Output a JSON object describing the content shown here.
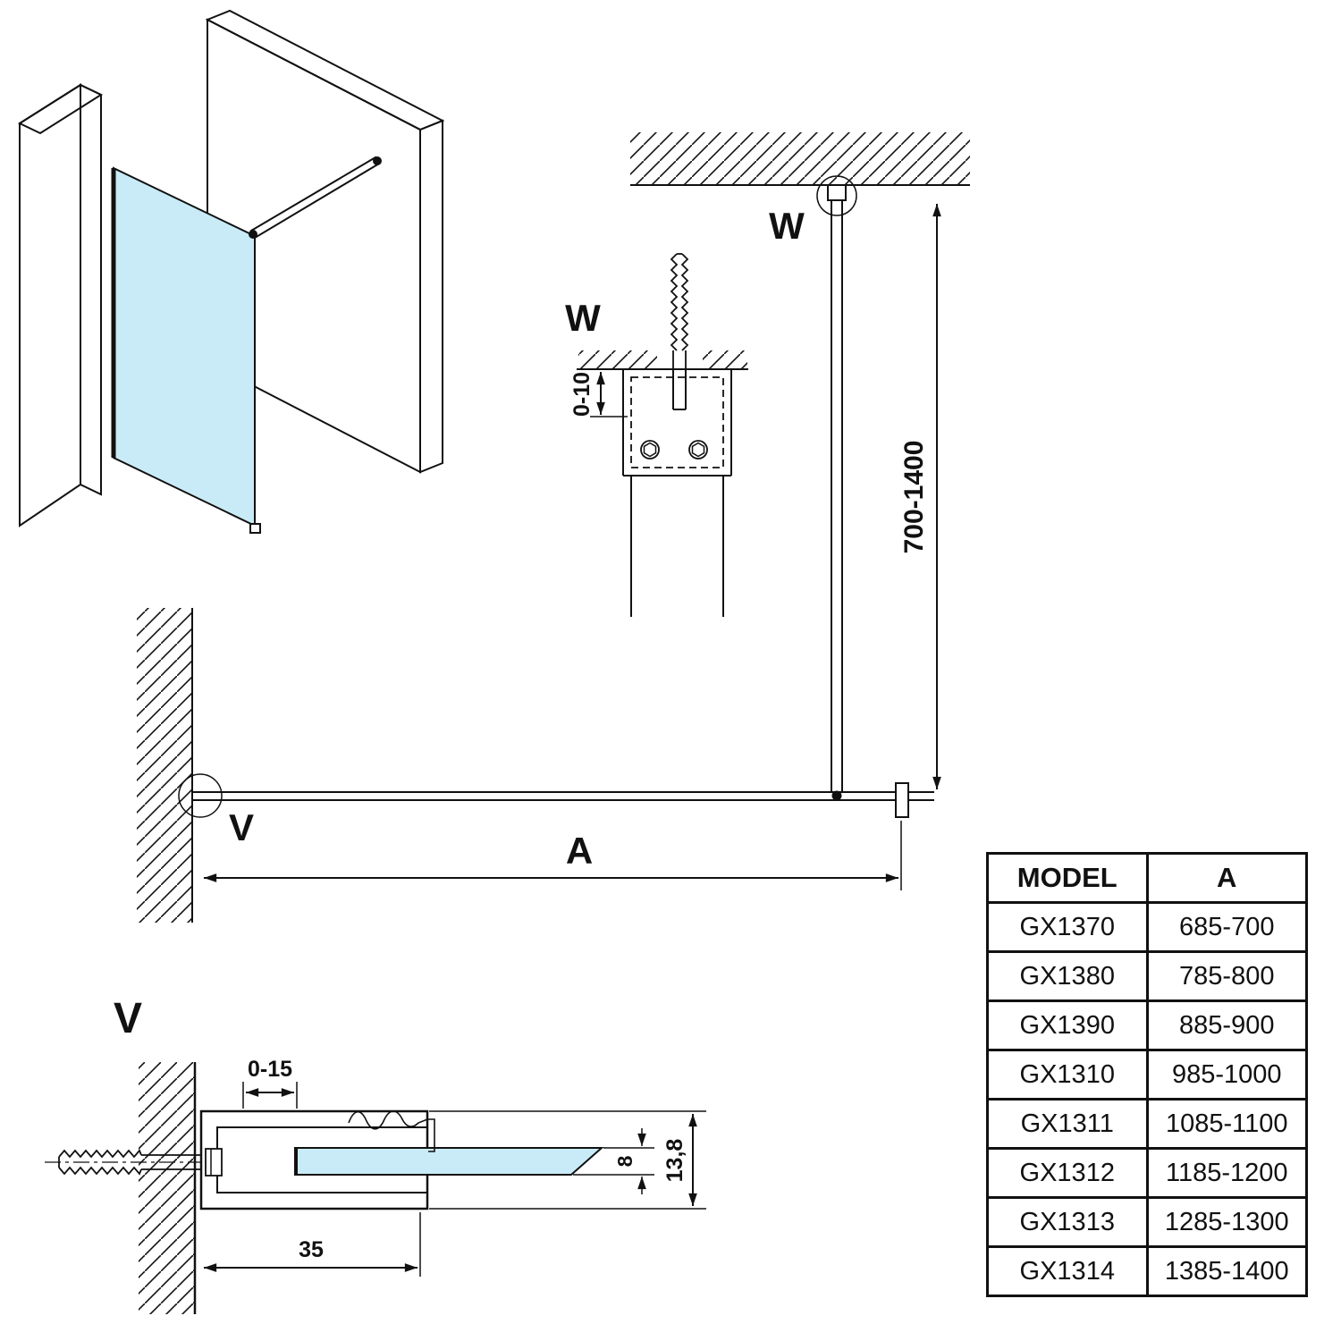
{
  "page": {
    "background": "#ffffff"
  },
  "colors": {
    "glass": "#c9ebf7",
    "line": "#111111"
  },
  "labels": {
    "detail_w": "W",
    "detail_w_callout": "W",
    "detail_v": "V",
    "detail_v_callout": "V"
  },
  "dimensions": {
    "width": "A",
    "height_range": "700-1400",
    "bracket_adjust": "0-10",
    "profile_adjust": "0-15",
    "profile_width": "35",
    "glass_thickness": "8",
    "profile_depth": "13,8"
  },
  "table": {
    "headers": {
      "model": "MODEL",
      "a": "A"
    },
    "rows": [
      {
        "model": "GX1370",
        "a": "685-700"
      },
      {
        "model": "GX1380",
        "a": "785-800"
      },
      {
        "model": "GX1390",
        "a": "885-900"
      },
      {
        "model": "GX1310",
        "a": "985-1000"
      },
      {
        "model": "GX1311",
        "a": "1085-1100"
      },
      {
        "model": "GX1312",
        "a": "1185-1200"
      },
      {
        "model": "GX1313",
        "a": "1285-1300"
      },
      {
        "model": "GX1314",
        "a": "1385-1400"
      }
    ]
  }
}
